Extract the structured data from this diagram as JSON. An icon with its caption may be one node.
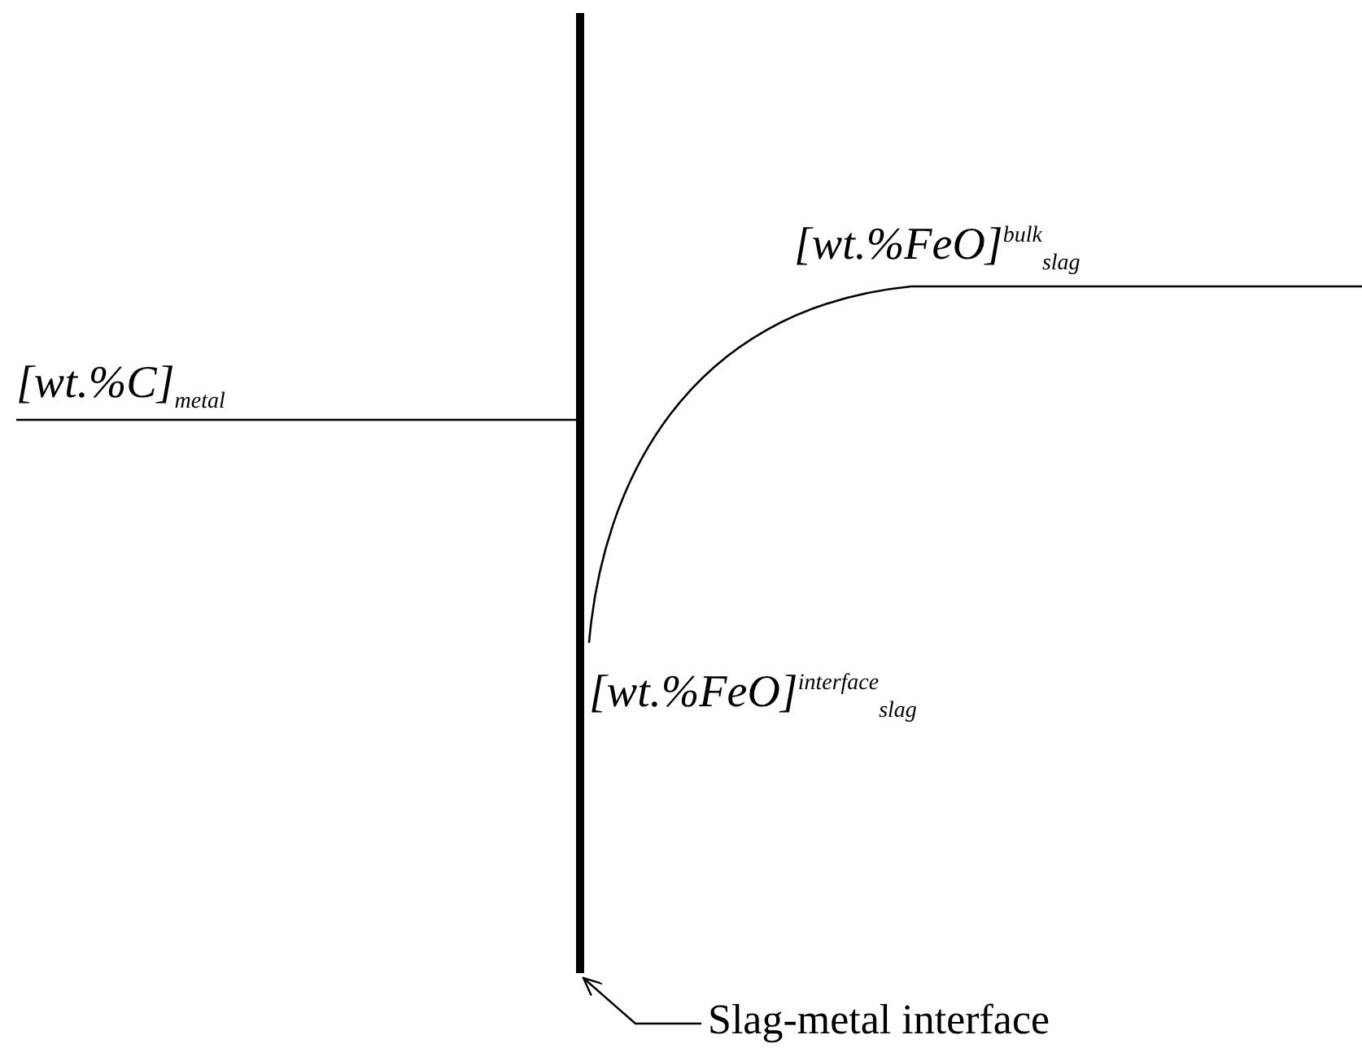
{
  "diagram": {
    "nodes": [
      {
        "text": [
          "Slag-metal interface"
        ]
      },
      {
        "text": [],
        "shape": "bar"
      }
    ],
    "edges": [
      {
        "from": 0,
        "to": 1,
        "arrow": "to"
      }
    ],
    "labels": [
      "[wt.%C]$_{metal}$",
      "[wt.%FeO]$^{bulk}$$_{slag}$",
      "[wt.%FeO]$^{interface}$$_{slag}$"
    ]
  }
}
